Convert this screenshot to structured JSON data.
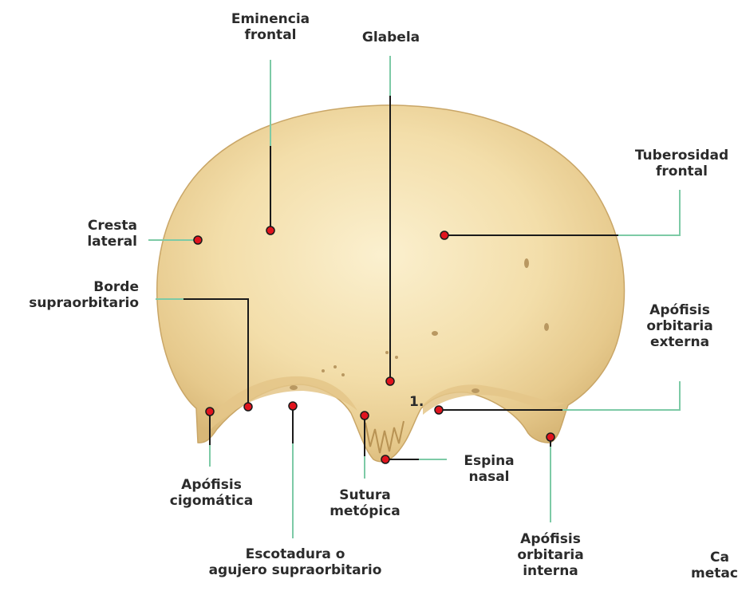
{
  "labels": {
    "eminencia_frontal": [
      "Eminencia",
      "frontal"
    ],
    "glabela": [
      "Glabela"
    ],
    "tuberosidad_frontal": [
      "Tuberosidad",
      "frontal"
    ],
    "cresta_lateral": [
      "Cresta",
      "lateral"
    ],
    "borde_supraorbitario": [
      "Borde",
      "supraorbitario"
    ],
    "apofisis_orbitaria_externa": [
      "Apófisis",
      "orbitaria",
      "externa"
    ],
    "apofisis_cigomatica": [
      "Apófisis",
      "cigomática"
    ],
    "sutura_metopica": [
      "Sutura",
      "metópica"
    ],
    "espina_nasal": [
      "Espina",
      "nasal"
    ],
    "escotadura_supraorbitario": [
      "Escotadura o",
      "agujero supraorbitario"
    ],
    "apofisis_orbitaria_interna": [
      "Apófisis",
      "orbitaria",
      "interna"
    ],
    "partial_label": [
      "Ca",
      "metac"
    ]
  },
  "number_marker": "1.",
  "colors": {
    "bone_light": "#f7e7bd",
    "bone_mid": "#ecd39a",
    "bone_shadow": "#d2b173",
    "leader_green": "#7dcaa6",
    "leader_black": "#1a1a1a",
    "dot_red": "#e0141e",
    "text": "#2b2b2b"
  }
}
